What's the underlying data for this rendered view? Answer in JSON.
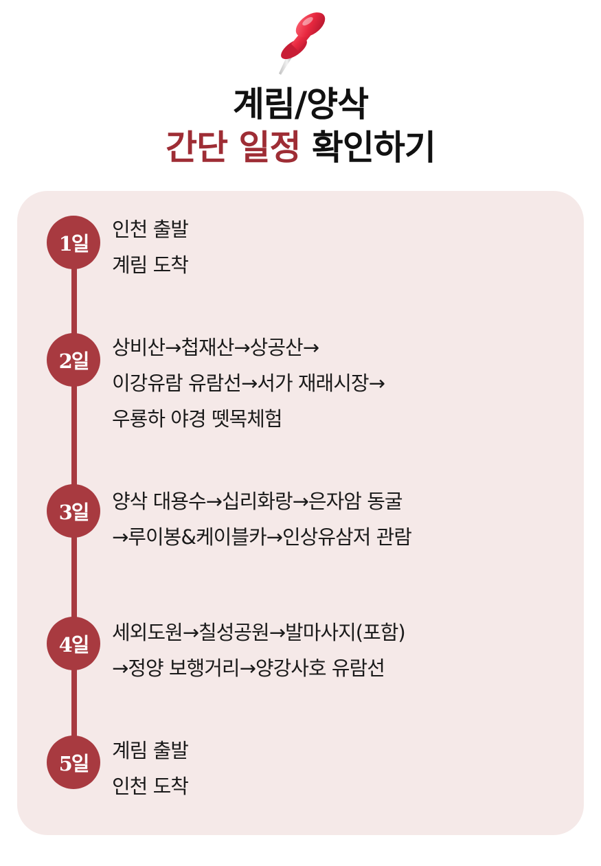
{
  "header": {
    "title_line1": "계림/양삭",
    "title_line2_accent": "간단 일정",
    "title_line2_rest": " 확인하기",
    "accent_color": "#9e2d35",
    "icon": "pushpin-icon"
  },
  "itinerary": [
    {
      "day": "1일",
      "lines": [
        "인천 출발",
        "계림 도착"
      ]
    },
    {
      "day": "2일",
      "lines": [
        "상비산→첩재산→상공산→",
        "이강유람 유람선→서가 재래시장→",
        "우룡하 야경 뗏목체험"
      ]
    },
    {
      "day": "3일",
      "lines": [
        "양삭 대용수→십리화랑→은자암 동굴",
        "→루이봉&케이블카→인상유삼저 관람"
      ]
    },
    {
      "day": "4일",
      "lines": [
        "세외도원→칠성공원→발마사지(포함)",
        "→정양 보행거리→양강사호 유람선"
      ]
    },
    {
      "day": "5일",
      "lines": [
        "계림 출발",
        "인천 도착"
      ]
    }
  ],
  "colors": {
    "card_background": "#f5e9e8",
    "timeline": "#a83a40",
    "text": "#1a1a1a"
  }
}
